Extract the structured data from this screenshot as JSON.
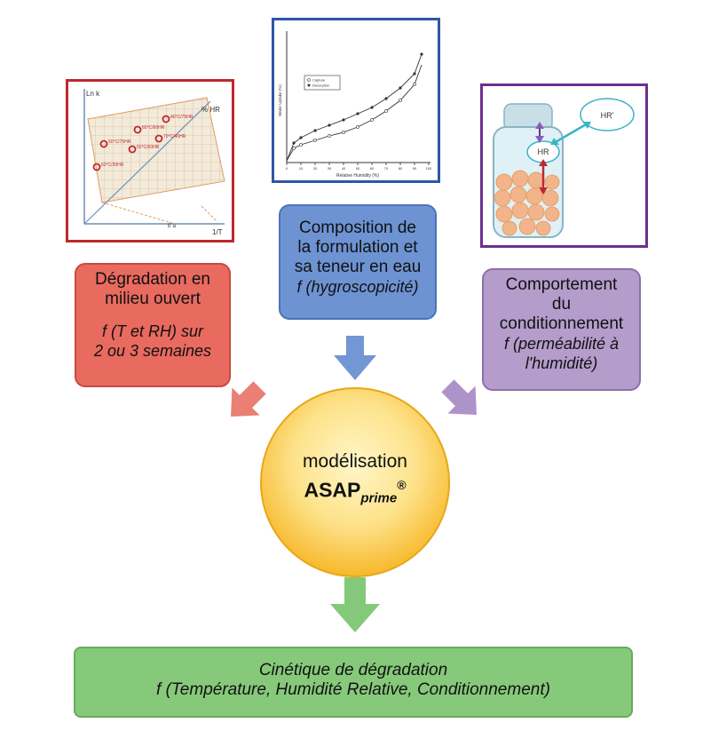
{
  "left_panel": {
    "plot": {
      "y_axis_label": "Ln k",
      "x_axis_label": "1/T",
      "plane_label": "% HR",
      "ea_label": "E a",
      "points": [
        "60°C/60HR",
        "50°C/75HR",
        "70°C/40HR",
        "50°C/60HR",
        "60°C/30HR",
        "40°C/75HR"
      ]
    },
    "box": {
      "line1": "Dégradation en",
      "line2": "milieu ouvert",
      "italic1": "f (T et RH) sur",
      "italic2": "2 ou 3 semaines"
    },
    "color": "#e05252",
    "frame_color": "#c0272d"
  },
  "center_panel": {
    "chart": {
      "legend": [
        "Capture",
        "Desorption"
      ],
      "xlabel": "Relative Humidity (%)",
      "ylabel": "Water Uptake (%)",
      "x_ticks": [
        "0",
        "10",
        "20",
        "30",
        "40",
        "50",
        "60",
        "70",
        "80",
        "90",
        "100"
      ]
    },
    "box": {
      "line1": "Composition de",
      "line2": "la formulation et",
      "line3": "sa teneur en eau",
      "italic1": "f (hygroscopicité)"
    },
    "color": "#5b86c8",
    "frame_color": "#2e56a6"
  },
  "right_panel": {
    "jar": {
      "hr_inner": "HR",
      "hr_outer": "HR'"
    },
    "box": {
      "line1": "Comportement",
      "line2": "du",
      "line3": "conditionnement",
      "italic1": "f (perméabilité à",
      "italic2": "l'humidité)"
    },
    "color": "#a88bbf",
    "frame_color": "#6b2f8f"
  },
  "center": {
    "line1": "modélisation",
    "brand": "ASAP",
    "sub": "prime",
    "mark": "®",
    "color": "#fbc531"
  },
  "bottom": {
    "line1": "Cinétique de dégradation",
    "line2": "f (Température, Humidité Relative, Conditionnement)",
    "color": "#7dc56e"
  },
  "arrow_colors": {
    "red": "#e8776e",
    "blue": "#6f8fcf",
    "purple": "#a98cc4",
    "green": "#7dc56e"
  }
}
